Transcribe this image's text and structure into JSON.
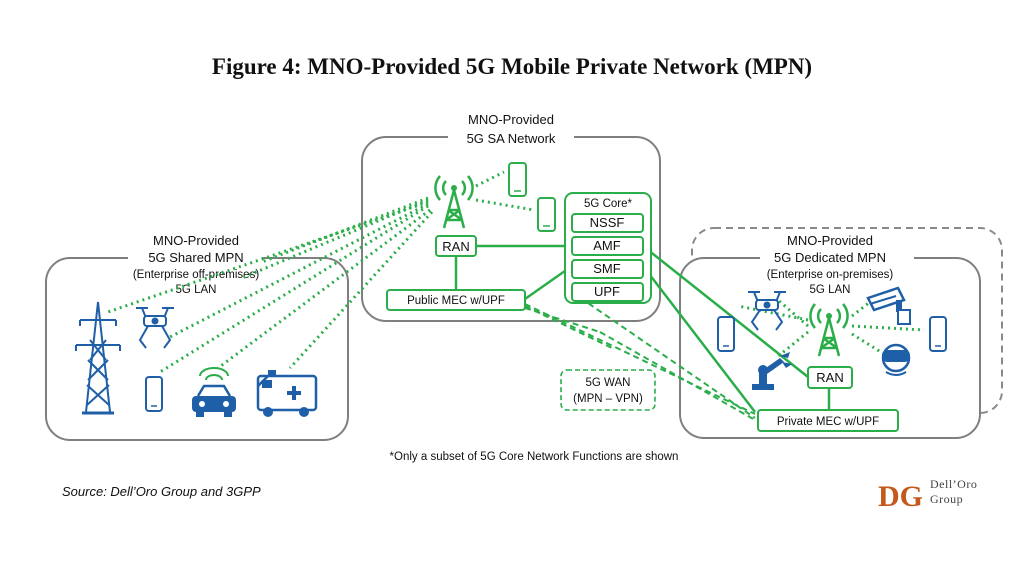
{
  "title": "Figure 4: MNO-Provided 5G Mobile Private Network (MPN)",
  "sa_network": {
    "line1": "MNO-Provided",
    "line2": "5G SA Network"
  },
  "shared_mpn": {
    "line1": "MNO-Provided",
    "line2": "5G Shared MPN",
    "line3": "(Enterprise off-premises)",
    "line4": "5G LAN"
  },
  "dedicated_mpn": {
    "line1": "MNO-Provided",
    "line2": "5G Dedicated MPN",
    "line3": "(Enterprise on-premises)",
    "line4": "5G LAN"
  },
  "core": {
    "label": "5G Core*",
    "functions": [
      "NSSF",
      "AMF",
      "SMF",
      "UPF"
    ]
  },
  "ran_central": "RAN",
  "ran_dedicated": "RAN",
  "public_mec": "Public MEC w/UPF",
  "private_mec": "Private MEC w/UPF",
  "wan": {
    "line1": "5G WAN",
    "line2": "(MPN – VPN)"
  },
  "footnote": "*Only a subset of 5G Core Network Functions are shown",
  "source": "Source: Dell’Oro Group and 3GPP",
  "logo": {
    "line1": "Dell’Oro",
    "line2": "Group",
    "mark": "DG"
  },
  "colors": {
    "green": "#2bae4a",
    "blue": "#1f5fa8",
    "gray": "#7f7f7f",
    "logo": "#c35a1c"
  }
}
